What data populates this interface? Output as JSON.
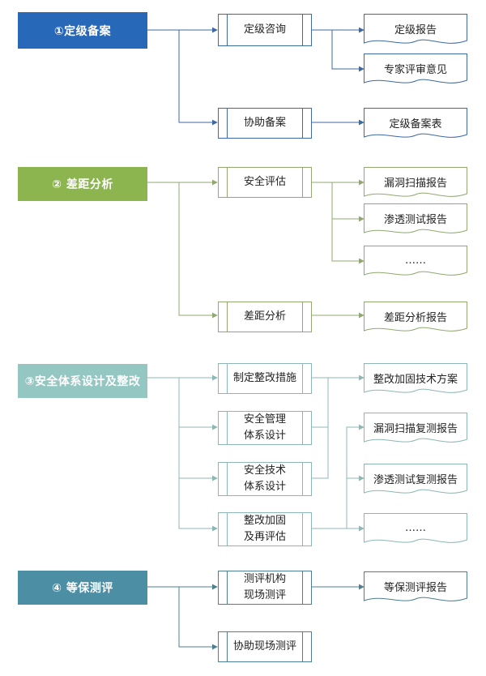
{
  "colors": {
    "stage1": "#2868b8",
    "line1": "#3d6aa3",
    "stage2": "#8cb550",
    "line2": "#91a970",
    "stage3": "#94c6c2",
    "line3": "#8db7b4",
    "stage4": "#4c8ea4",
    "line4": "#4d7f91"
  },
  "stages": {
    "s1": {
      "label": "①定级备案"
    },
    "s2": {
      "label": "② 差距分析"
    },
    "s3": {
      "label": "③安全体系设计及整改"
    },
    "s4": {
      "label": "④  等保测评"
    }
  },
  "processes": {
    "p1a": "定级咨询",
    "p1b": "协助备案",
    "p2a": "安全评估",
    "p2b": "差距分析",
    "p3a": "制定整改措施",
    "p3b": "安全管理\n体系设计",
    "p3c": "安全技术\n体系设计",
    "p3d": "整改加固\n及再评估",
    "p4a": "测评机构\n现场测评",
    "p4b": "协助现场测评"
  },
  "documents": {
    "d1a": "定级报告",
    "d1b": "专家评审意见",
    "d1c": "定级备案表",
    "d2a": "漏洞扫描报告",
    "d2b": "渗透测试报告",
    "d2c": "……",
    "d2d": "差距分析报告",
    "d3a": "整改加固技术方案",
    "d3b": "漏洞扫描复测报告",
    "d3c": "渗透测试复测报告",
    "d3d": "……",
    "d4a": "等保测评报告"
  }
}
